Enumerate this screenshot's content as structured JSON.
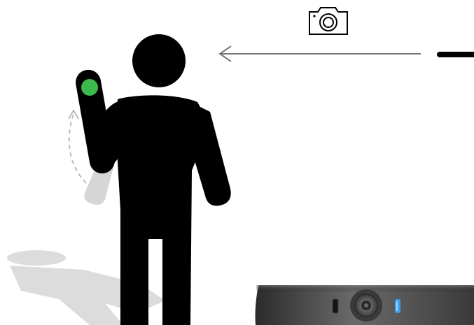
{
  "scene": {
    "type": "gesture-illustration",
    "colors": {
      "figure": "#000000",
      "shadow": "#dcdcdc",
      "ghost_arm": "#d6d6d6",
      "fingertip_marker": "#3dba4e",
      "motion_path": "#bbbbbb",
      "arrow": "#777777",
      "screen_device_edge": "#000000",
      "camera_bar_light": "#6a6a6a",
      "camera_bar_dark": "#2b2b2b",
      "status_led": "#3aa0f0"
    },
    "icons": {
      "camera": "camera-icon",
      "lens": "camera-lens-icon",
      "sensor": "sensor-icon",
      "led": "status-led-icon"
    },
    "gesture": "raise-hand",
    "arrow_direction": "left"
  }
}
